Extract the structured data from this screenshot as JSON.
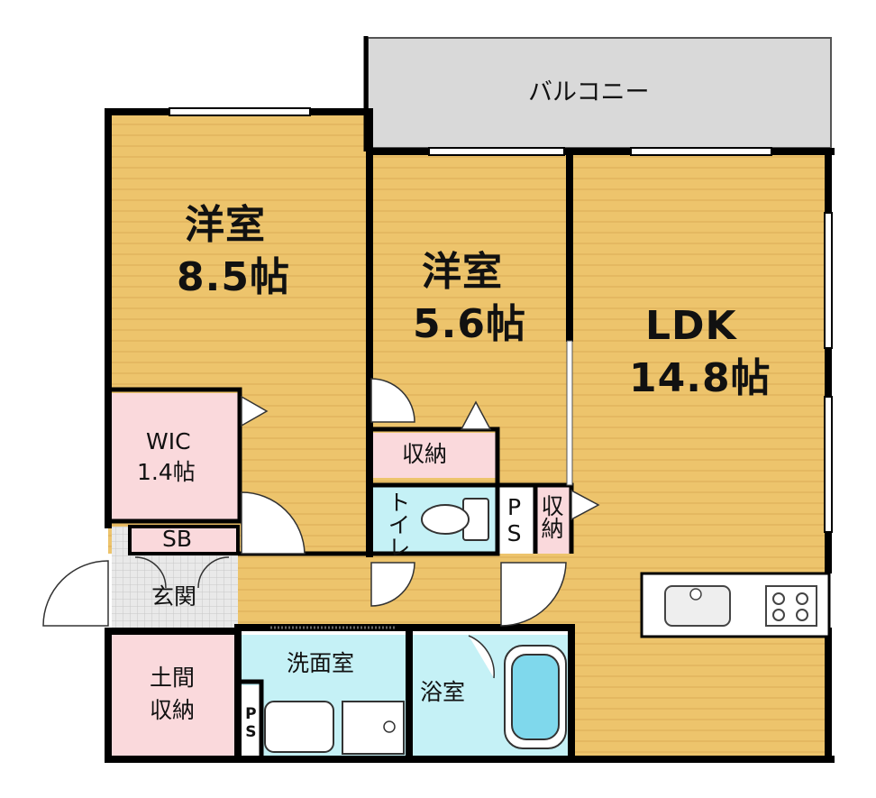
{
  "rooms": {
    "balcony": "バルコニー",
    "western_room_1": {
      "name": "洋室",
      "size": "8.5帖"
    },
    "western_room_2": {
      "name": "洋室",
      "size": "5.6帖"
    },
    "ldk": {
      "name": "LDK",
      "size": "14.8帖"
    },
    "wic": {
      "name": "WIC",
      "size": "1.4帖"
    },
    "closet_1": "収納",
    "toilet": "トイレ",
    "ps_1": "PS",
    "closet_2": "収納",
    "sb": "SB",
    "entrance": "玄関",
    "earth_floor_storage": {
      "line1": "土間",
      "line2": "収納"
    },
    "washroom": "洗面室",
    "bathroom": "浴室",
    "ps_2": "PS"
  },
  "colors": {
    "floor_wood": "#edc46c",
    "storage_pink": "#fad9dc",
    "wet_area_cyan": "#c5f1f6",
    "balcony_gray": "#d9d9d9",
    "wall": "#000000"
  }
}
